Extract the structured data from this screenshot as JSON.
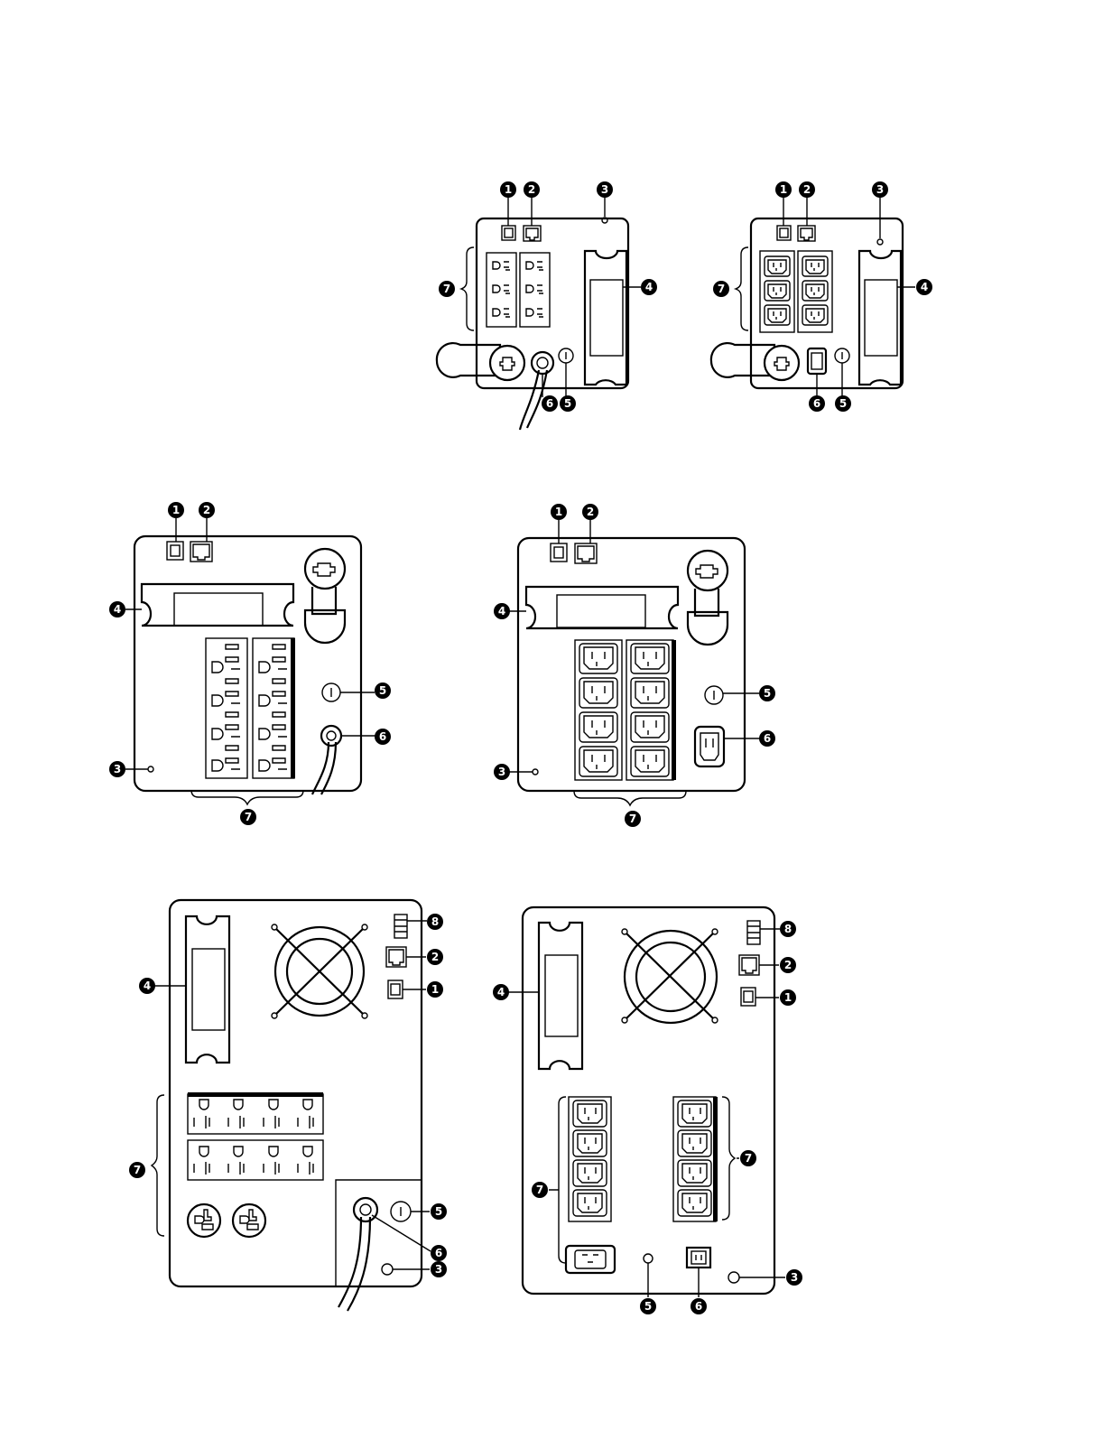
{
  "units": [
    {
      "id": "unit-1",
      "callouts": [
        "1",
        "2",
        "3",
        "4",
        "5",
        "6",
        "7"
      ]
    },
    {
      "id": "unit-2",
      "callouts": [
        "1",
        "2",
        "3",
        "4",
        "5",
        "6",
        "7"
      ]
    },
    {
      "id": "unit-3",
      "callouts": [
        "1",
        "2",
        "3",
        "4",
        "5",
        "6",
        "7"
      ]
    },
    {
      "id": "unit-4",
      "callouts": [
        "1",
        "2",
        "3",
        "4",
        "5",
        "6",
        "7"
      ]
    },
    {
      "id": "unit-5",
      "callouts": [
        "1",
        "2",
        "3",
        "4",
        "5",
        "6",
        "7",
        "8"
      ]
    },
    {
      "id": "unit-6",
      "callouts": [
        "1",
        "2",
        "3",
        "4",
        "5",
        "6",
        "7",
        "8"
      ]
    }
  ],
  "colors": {
    "line": "#000000",
    "background": "#ffffff",
    "callout_fill": "#000000",
    "callout_text": "#ffffff"
  }
}
